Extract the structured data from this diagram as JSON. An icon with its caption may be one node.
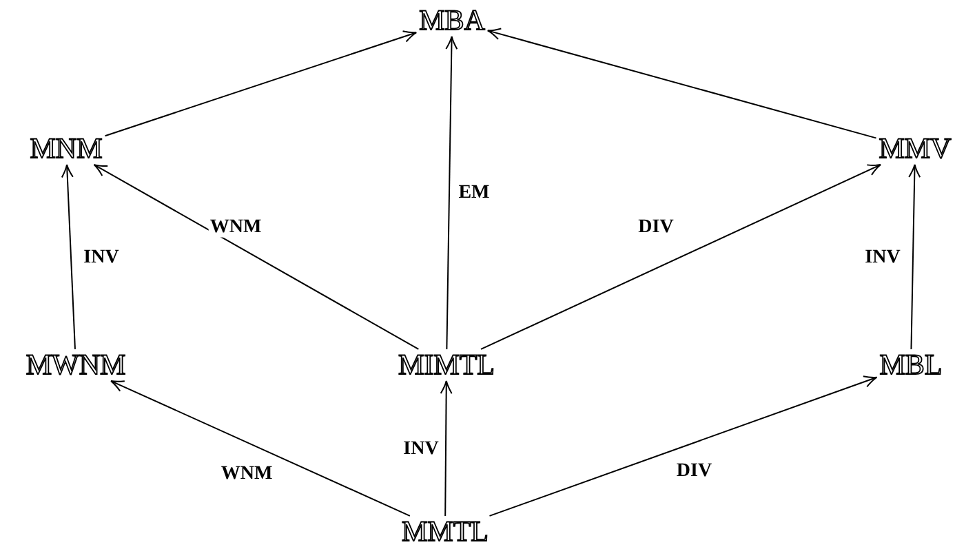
{
  "diagram": {
    "nodes": [
      {
        "text": [
          "MBA"
        ]
      },
      {
        "text": [
          "MNM"
        ]
      },
      {
        "text": [
          "MMV"
        ]
      },
      {
        "text": [
          "MWNM"
        ]
      },
      {
        "text": [
          "MIMTL"
        ]
      },
      {
        "text": [
          "MBL"
        ]
      },
      {
        "text": [
          "MMTL"
        ]
      }
    ],
    "edges": [
      {
        "from": 1,
        "to": 0,
        "arrow": "to"
      },
      {
        "from": 4,
        "to": 0,
        "arrow": "to",
        "label": "EM"
      },
      {
        "from": 2,
        "to": 0,
        "arrow": "to"
      },
      {
        "from": 3,
        "to": 1,
        "arrow": "to",
        "label": "INV"
      },
      {
        "from": 4,
        "to": 1,
        "arrow": "to",
        "label": "WNM"
      },
      {
        "from": 4,
        "to": 2,
        "arrow": "to",
        "label": "DIV"
      },
      {
        "from": 5,
        "to": 2,
        "arrow": "to",
        "label": "INV"
      },
      {
        "from": 6,
        "to": 3,
        "arrow": "to",
        "label": "WNM"
      },
      {
        "from": 6,
        "to": 4,
        "arrow": "to",
        "label": "INV"
      },
      {
        "from": 6,
        "to": 5,
        "arrow": "to",
        "label": "DIV"
      }
    ]
  }
}
